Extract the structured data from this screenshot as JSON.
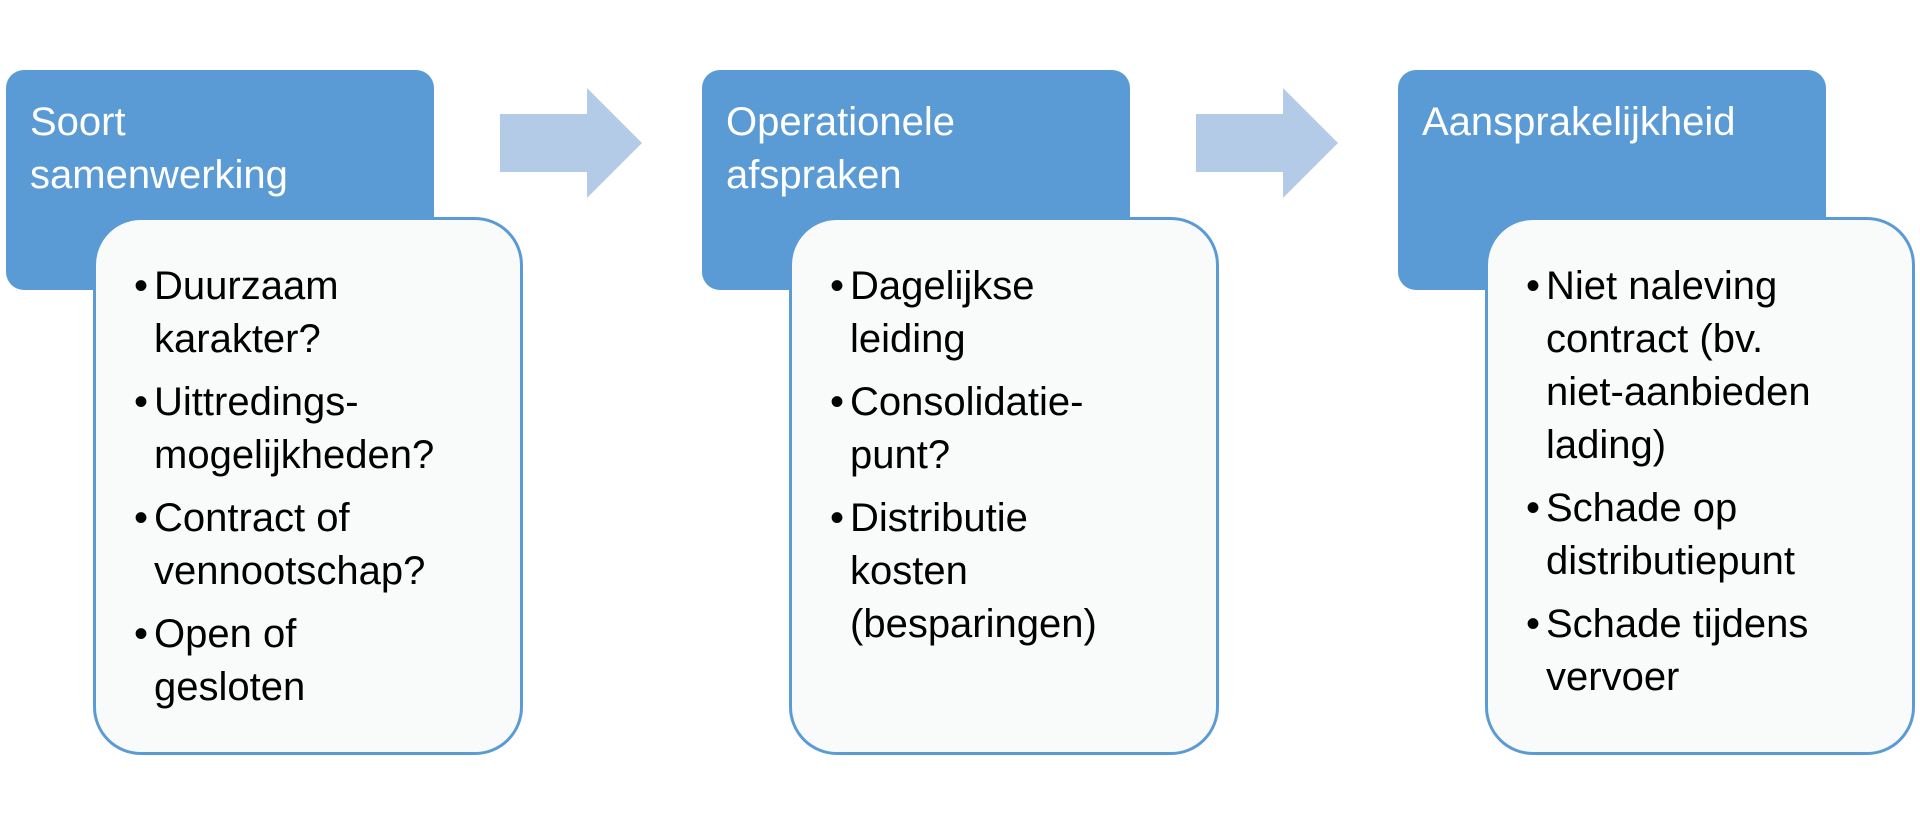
{
  "stages": [
    {
      "title": "Soort\nsamenwerking",
      "items": [
        "Duurzaam\nkarakter?",
        "Uittredings-\nmogelijkheden?",
        "Contract of\nvennootschap?",
        "Open of\ngesloten"
      ]
    },
    {
      "title": "Operationele\nafspraken",
      "items": [
        "Dagelijkse\nleiding",
        "Consolidatie-\npunt?",
        "Distributie\nkosten\n(besparingen)"
      ]
    },
    {
      "title": "Aansprakelijkheid",
      "items": [
        "Niet naleving\ncontract (bv.\nniet-aanbieden\nlading)",
        " Schade op\ndistributiepunt",
        "Schade tijdens\nvervoer"
      ]
    }
  ],
  "bullet_char": "•",
  "colors": {
    "header_fill": "#5b9bd5",
    "header_text": "#ffffff",
    "detail_fill": "#f9fbfb",
    "detail_border": "#5b9bd5",
    "arrow_fill": "#b4cbe8",
    "body_text": "#000000"
  },
  "icons": {
    "connector": "right-arrow-icon"
  }
}
